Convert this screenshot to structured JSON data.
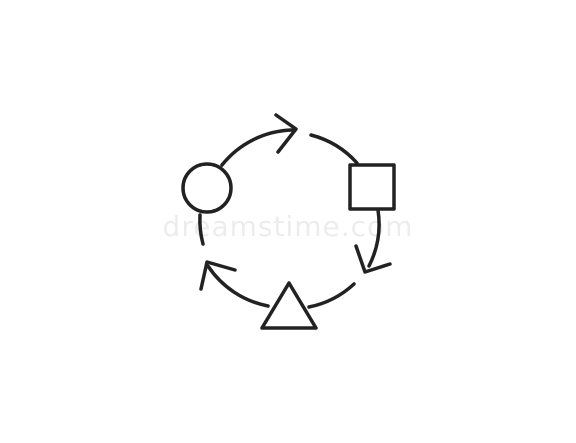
{
  "diagram": {
    "type": "cycle",
    "nodes": [
      {
        "shape": "circle",
        "icon": "circle-icon"
      },
      {
        "shape": "square",
        "icon": "square-icon"
      },
      {
        "shape": "triangle",
        "icon": "triangle-icon"
      }
    ],
    "edges": [
      {
        "from": "circle",
        "to": "square",
        "direction": "clockwise"
      },
      {
        "from": "square",
        "to": "triangle",
        "direction": "clockwise"
      },
      {
        "from": "triangle",
        "to": "circle",
        "direction": "clockwise"
      }
    ],
    "stroke_color": "#222222",
    "background": "#ffffff"
  },
  "watermark": {
    "text": "dreamstime.com"
  }
}
